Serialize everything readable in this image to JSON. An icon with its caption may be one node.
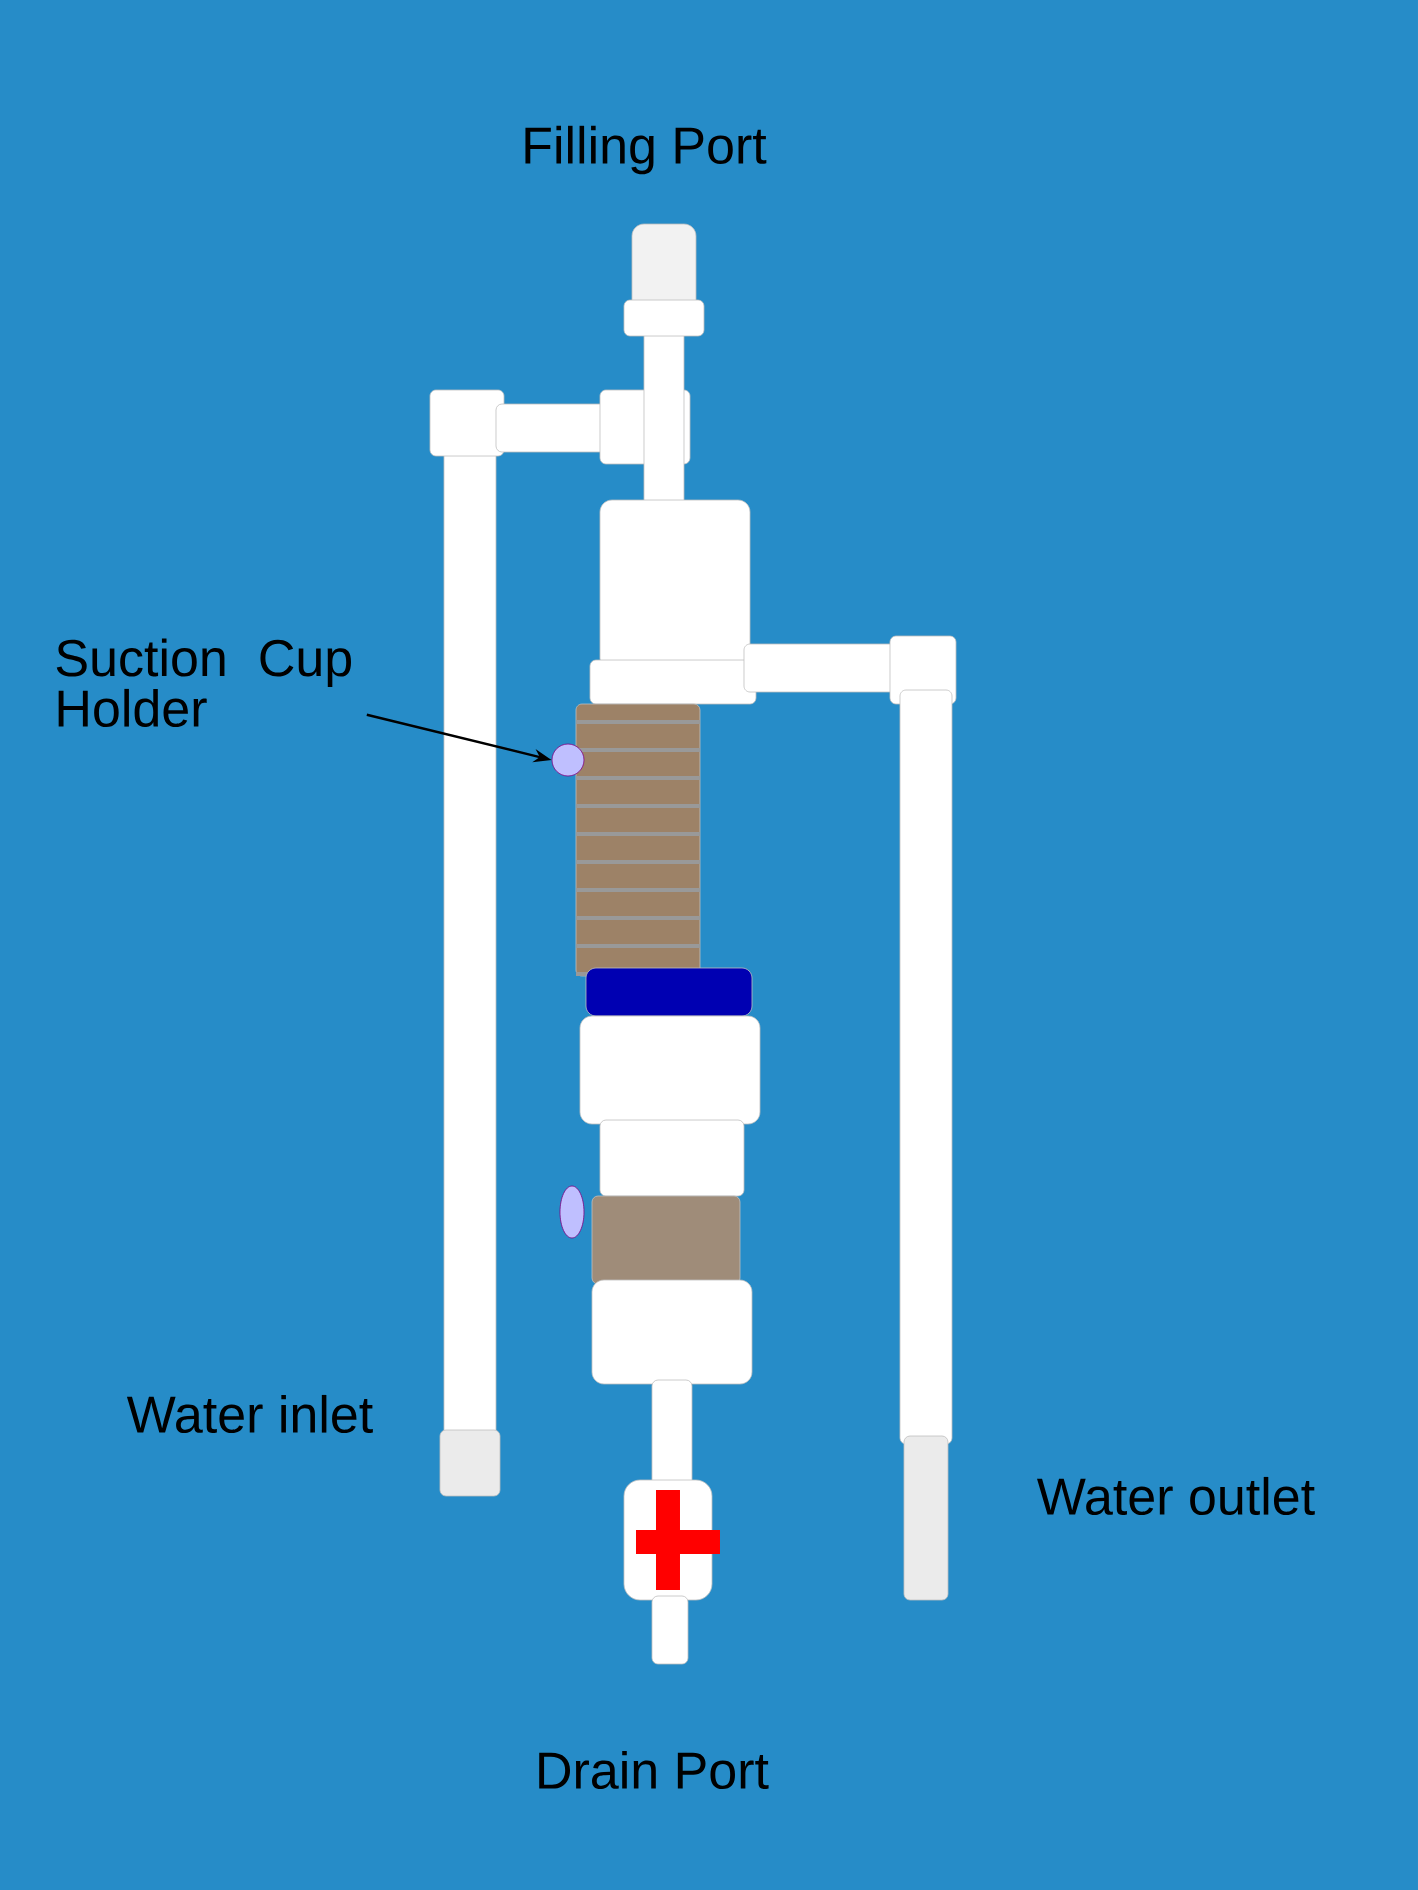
{
  "diagram": {
    "nodes": [
      {
        "text": [
          "Suction Cup Holder"
        ]
      },
      {
        "text": [],
        "shape": "circle"
      }
    ],
    "edges": [
      {
        "from": 0,
        "to": 1,
        "arrow": "to"
      }
    ],
    "labels": [
      "Filling Port",
      "Water inlet",
      "Water outlet",
      "Drain Port"
    ]
  }
}
